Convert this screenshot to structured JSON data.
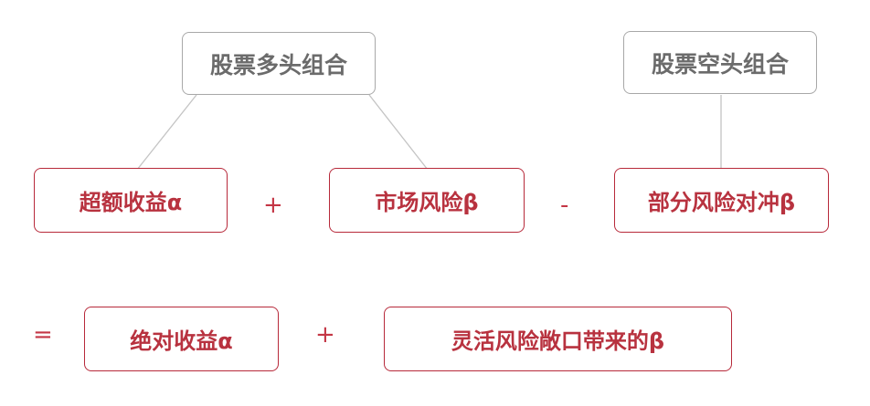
{
  "diagram": {
    "top_nodes": {
      "long_portfolio": "股票多头组合",
      "short_portfolio": "股票空头组合"
    },
    "row1": {
      "excess_alpha": "超额收益α",
      "plus_op": "+",
      "market_beta": "市场风险β",
      "minus_op": "-",
      "hedge_beta": "部分风险对冲β"
    },
    "row2": {
      "equals_op": "=",
      "absolute_alpha": "绝对收益α",
      "plus_op": "+",
      "flexible_beta": "灵活风险敞口带来的β"
    },
    "colors": {
      "accent_red": "#b8323f",
      "border_gray": "#a8a8a8",
      "text_gray": "#6b6b6b"
    }
  }
}
